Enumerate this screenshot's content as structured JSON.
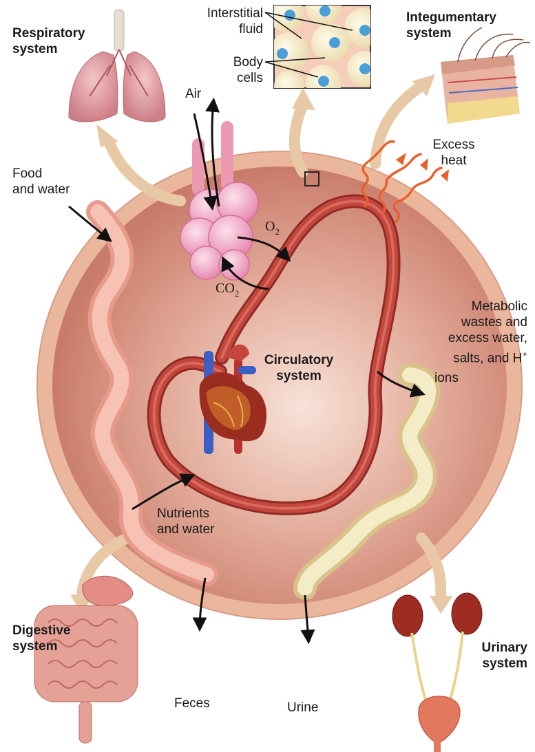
{
  "systems": {
    "respiratory": [
      "Respiratory",
      "system"
    ],
    "integumentary": [
      "Integumentary",
      "system"
    ],
    "circulatory": [
      "Circulatory",
      "system"
    ],
    "digestive": [
      "Digestive",
      "system"
    ],
    "urinary": [
      "Urinary",
      "system"
    ]
  },
  "inset": {
    "interstitial": [
      "Interstitial",
      "fluid"
    ],
    "body_cells": [
      "Body",
      "cells"
    ]
  },
  "labels": {
    "air": "Air",
    "food_water": [
      "Food",
      "and water"
    ],
    "o2": "O",
    "o2_sub": "2",
    "co2": "CO",
    "co2_sub": "2",
    "excess_heat": [
      "Excess",
      "heat"
    ],
    "metabolic": [
      "Metabolic",
      "wastes and",
      "excess water,",
      "salts, and H"
    ],
    "h_plus": "+",
    "ions": "ions",
    "nutrients": [
      "Nutrients",
      "and water"
    ],
    "feces": "Feces",
    "urine": "Urine"
  },
  "colors": {
    "body_ring": "#eab396",
    "body_fill": "#d99b8b",
    "vessel": "#c4463c",
    "digestive_tube": "#f2b7a8",
    "urinary_tube": "#efe2b0",
    "lung": "#d98a93",
    "alveoli": "#f0a6c4",
    "heat": "#e8602c",
    "organ_arrow": "#e8c9a5",
    "inset_bg": "#f6ccba",
    "inset_cell": "#f7eed2",
    "inset_nucleus": "#4a9fd9"
  }
}
